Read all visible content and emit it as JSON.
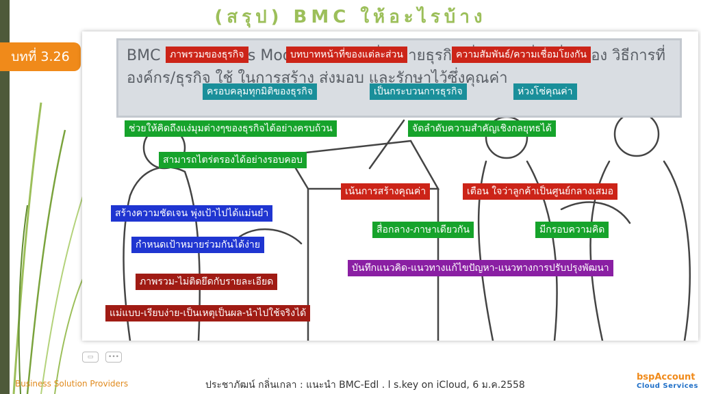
{
  "title": "(สรุป) BMC ให้อะไรบ้าง",
  "badge": "บทที่ 3.26",
  "definition": "BMC คือ Business Model Canvas ที่อธิบายธุรกิจ ที่อธิบาย ที่มาที่ไปของ วิธีการที่องค์กร/ธุรกิจ ใช้ ในการสร้าง ส่งมอบ และรักษาไว้ซึ่งคุณค่า",
  "labels": {
    "big_picture": "ภาพรวมของธุรกิจ",
    "roles": "บทบาทหน้าที่ของแต่ละส่วน",
    "relations": "ความสัมพันธ์/ความเชื่อมโยงกัน",
    "all_dimensions": "ครอบคลุมทุกมิติของธุรกิจ",
    "process": "เป็นกระบวนการธุรกิจ",
    "value_chain": "ห่วงโซ่คุณค่า",
    "think_all": "ช่วยให้คิดถึงแง่มุมต่างๆของธุรกิจได้อย่างครบถ้วน",
    "prioritize": "จัดลำดับความสำคัญเชิงกลยุทธได้",
    "consider": "สามารถไตร่ตรองได้อย่างรอบคอบ",
    "value_creation": "เน้นการสร้างคุณค่า",
    "customer_center": "เตือน ใจว่าลูกค้าเป็นศูนย์กลางเสมอ",
    "clarity": "สร้างความชัดเจน พุ่งเป้าไปได้แม่นยำ",
    "common_medium": "สื่อกลาง-ภาษาเดียวกัน",
    "framework": "มีกรอบความคิด",
    "shared_goals": "กำหนดเป้าหมายร่วมกันได้ง่าย",
    "record": "บันทึกแนวคิด-แนวทางแก้ไขปัญหา-แนวทางการปรับปรุงพัฒนา",
    "overview": "ภาพรวม-ไม่ติดยึดกับรายละเอียด",
    "template": "แม่แบบ-เรียบง่าย-เป็นเหตุเป็นผล-นำไปใช้จริงได้"
  },
  "footer": {
    "left": "Business Solution Providers",
    "center": "ประชาภัฒน์ กลิ่นเกลา : แนะนำ BMC-Edl . l s.key on iCloud, 6 ม.ค.2558",
    "logo_main": "bspAccount",
    "logo_sub": "Cloud Services"
  },
  "colors": {
    "title": "#9cbf5a",
    "badge": "#f08a1a",
    "red": "#cc2418",
    "green": "#16a32b",
    "blue": "#1f35d1",
    "purple": "#8a1fa3",
    "teal": "#1a8f9a"
  }
}
